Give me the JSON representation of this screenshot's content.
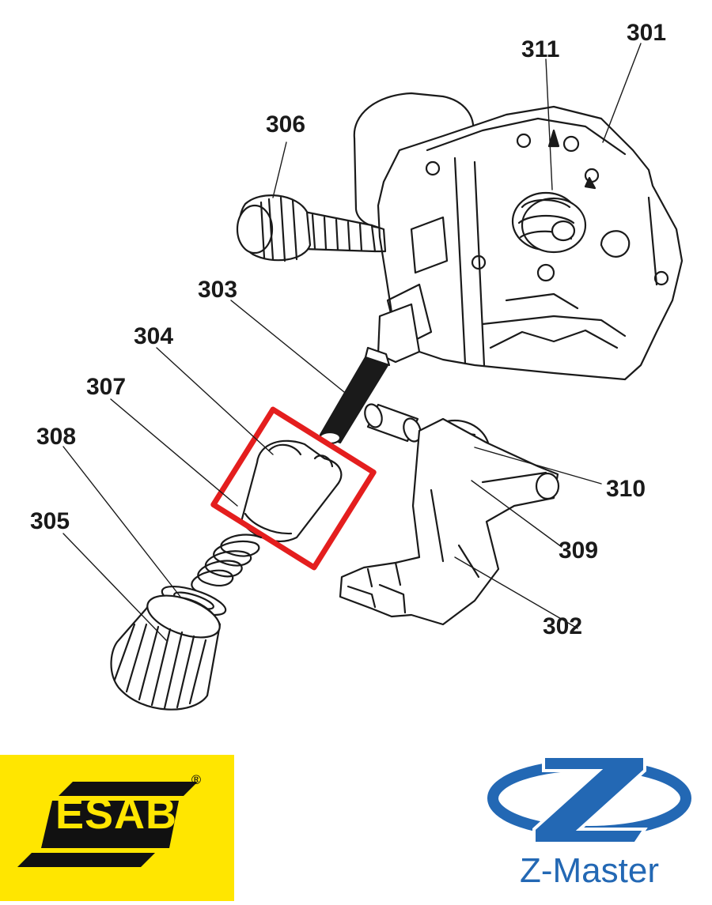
{
  "diagram": {
    "labels": {
      "p301": "301",
      "p302": "302",
      "p303": "303",
      "p304": "304",
      "p305": "305",
      "p306": "306",
      "p307": "307",
      "p308": "308",
      "p309": "309",
      "p310": "310",
      "p311": "311"
    },
    "highlighted_part": "304",
    "highlight_color": "#e41e1e"
  },
  "logos": {
    "esab": {
      "text": "ESAB",
      "registered": "®",
      "background": "#ffe600",
      "ink": "#111111"
    },
    "zmaster": {
      "text": "Z-Master",
      "color": "#2368b4"
    }
  }
}
